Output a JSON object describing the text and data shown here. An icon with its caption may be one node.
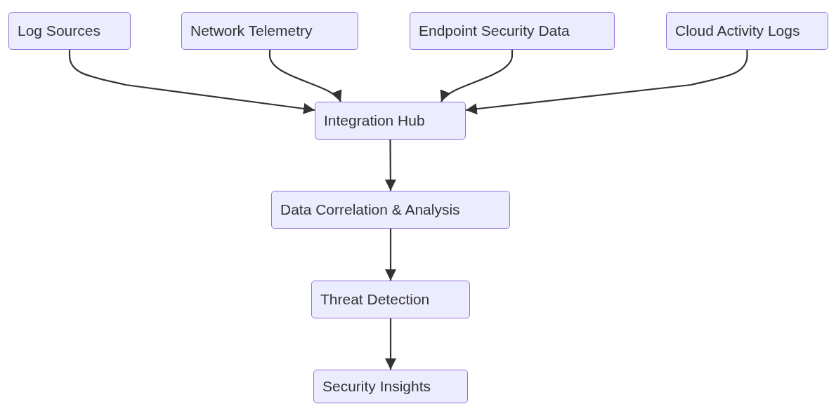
{
  "diagram": {
    "nodes": [
      {
        "text": [
          "Log Sources"
        ]
      },
      {
        "text": [
          "Network Telemetry"
        ]
      },
      {
        "text": [
          "Endpoint Security Data"
        ]
      },
      {
        "text": [
          "Cloud Activity Logs"
        ]
      },
      {
        "text": [
          "Integration Hub"
        ]
      },
      {
        "text": [
          "Data Correlation & Analysis"
        ]
      },
      {
        "text": [
          "Threat Detection"
        ]
      },
      {
        "text": [
          "Security Insights"
        ]
      }
    ],
    "edges": [
      {
        "from": 0,
        "to": 4,
        "arrow": "to"
      },
      {
        "from": 1,
        "to": 4,
        "arrow": "to"
      },
      {
        "from": 2,
        "to": 4,
        "arrow": "to"
      },
      {
        "from": 3,
        "to": 4,
        "arrow": "to"
      },
      {
        "from": 4,
        "to": 5,
        "arrow": "to"
      },
      {
        "from": 5,
        "to": 6,
        "arrow": "to"
      },
      {
        "from": 6,
        "to": 7,
        "arrow": "to"
      }
    ]
  }
}
